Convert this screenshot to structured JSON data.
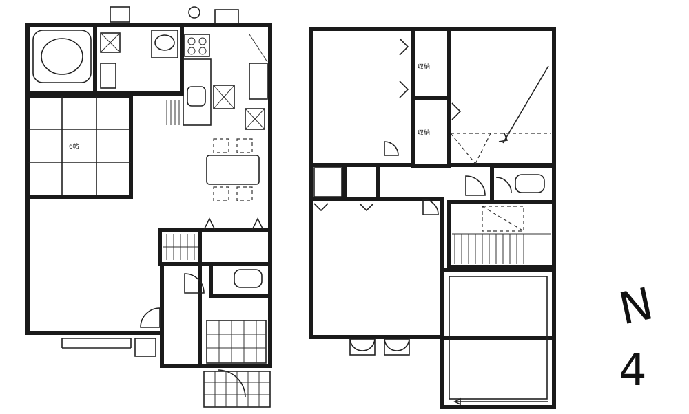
{
  "drawing": {
    "north_letter": "N",
    "north_numeral": "4"
  },
  "labels": {
    "washitsu_area": "6帖",
    "closet_upper_a": "収納",
    "closet_upper_b": "収納"
  }
}
